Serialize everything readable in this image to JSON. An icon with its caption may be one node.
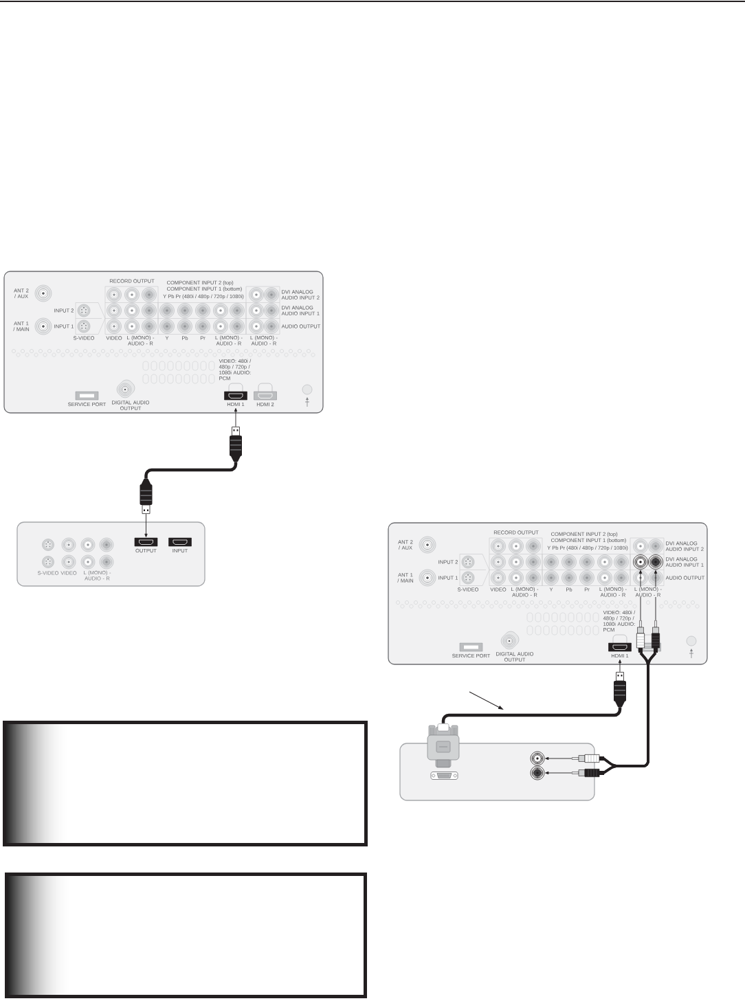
{
  "diagram": {
    "nodes": [
      {
        "text": [],
        "shape": "box"
      },
      {
        "text": [
          "HDMI 1"
        ],
        "in": 0
      },
      {
        "text": [
          "HDMI 2"
        ],
        "in": 0
      },
      {
        "text": [],
        "shape": "picture"
      },
      {
        "text": [],
        "shape": "picture"
      },
      {
        "text": [],
        "shape": "box"
      },
      {
        "text": [
          "OUTPUT"
        ],
        "in": 5
      },
      {
        "text": [
          "INPUT"
        ],
        "in": 5
      },
      {
        "text": [],
        "shape": "box"
      },
      {
        "text": [
          "HDMI 1"
        ],
        "in": 8
      },
      {
        "text": [],
        "shape": "box",
        "in": 8
      },
      {
        "text": [],
        "shape": "circle",
        "in": 8
      },
      {
        "text": [],
        "shape": "circle",
        "in": 8
      },
      {
        "text": [],
        "shape": "picture"
      },
      {
        "text": [],
        "shape": "picture",
        "in": 8
      },
      {
        "text": [],
        "shape": "picture",
        "in": 8
      },
      {
        "text": [],
        "shape": "picture"
      },
      {
        "text": [],
        "shape": "box"
      },
      {
        "text": [],
        "shape": "circle",
        "in": 17
      },
      {
        "text": [],
        "shape": "circle",
        "in": 17
      },
      {
        "text": [],
        "shape": "picture"
      },
      {
        "text": [],
        "shape": "picture"
      },
      {
        "text": [],
        "shape": "box"
      },
      {
        "text": [],
        "shape": "box"
      }
    ],
    "edges": [
      {
        "from": 3,
        "to": 1,
        "arrow": "to"
      },
      {
        "from": 3,
        "to": 4,
        "arrow": "none",
        "style": "thick"
      },
      {
        "from": 4,
        "to": 6,
        "arrow": "to"
      },
      {
        "from": 13,
        "to": 9,
        "arrow": "to"
      },
      {
        "from": 13,
        "to": 16,
        "arrow": "none",
        "style": "thick"
      },
      {
        "from": 14,
        "to": 11,
        "arrow": "to"
      },
      {
        "from": 15,
        "to": 12,
        "arrow": "to"
      },
      {
        "from": 14,
        "to": 20,
        "arrow": "none",
        "style": "thick"
      },
      {
        "from": 14,
        "to": 21,
        "arrow": "none",
        "style": "thick"
      },
      {
        "from": 15,
        "to": 20,
        "arrow": "none",
        "style": "thick"
      },
      {
        "from": 15,
        "to": 21,
        "arrow": "none",
        "style": "thick"
      },
      {
        "from": 20,
        "to": 18,
        "arrow": "to"
      },
      {
        "from": 21,
        "to": 19,
        "arrow": "to"
      }
    ],
    "labels": [
      "ANT 2 / AUX",
      "RECORD OUTPUT",
      "COMPONENT INPUT 2 (top)",
      "COMPONENT INPUT 1 (bottom)",
      "Y Pb Pr (480i / 480p / 720p / 1080i)",
      "DVI ANALOG AUDIO INPUT 2",
      "INPUT 2",
      "DVI ANALOG AUDIO INPUT 1",
      "ANT 1 / MAIN",
      "INPUT 1",
      "AUDIO OUTPUT",
      "S-VIDEO",
      "VIDEO",
      "L (MONO) - AUDIO - R",
      "Y",
      "Pb",
      "Pr",
      "L (MONO) - AUDIO - R",
      "L (MONO) - AUDIO - R",
      "VIDEO: 480i / 480p / 720p / 1080i AUDIO: PCM",
      "SERVICE PORT",
      "DIGITAL AUDIO OUTPUT",
      "S-VIDEO",
      "VIDEO",
      "L (MONO) - AUDIO - R",
      "ANT 2 / AUX",
      "RECORD OUTPUT",
      "COMPONENT INPUT 2 (top)",
      "COMPONENT INPUT 1 (bottom)",
      "Y Pb Pr (480i / 480p / 720p / 1080i)",
      "DVI ANALOG AUDIO INPUT 2",
      "INPUT 2",
      "DVI ANALOG AUDIO INPUT 1",
      "ANT 1 / MAIN",
      "INPUT 1",
      "AUDIO OUTPUT",
      "S-VIDEO",
      "VIDEO",
      "L (MONO) - AUDIO - R",
      "Y",
      "Pb",
      "Pr",
      "L (MONO) - AUDIO - R",
      "L (MONO) - AUDIO - R",
      "VIDEO: 480i / 480p / 720p / 1080i AUDIO: PCM",
      "SERVICE PORT",
      "DIGITAL AUDIO OUTPUT"
    ]
  }
}
